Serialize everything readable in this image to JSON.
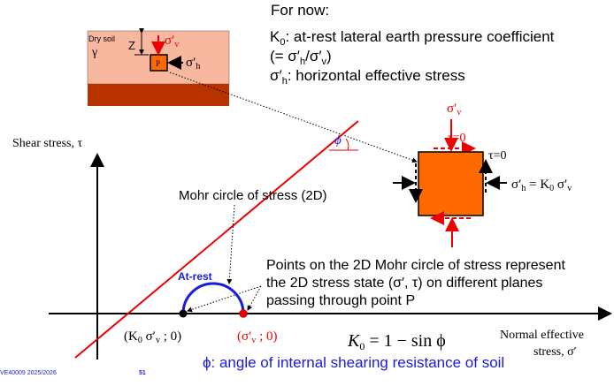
{
  "notes": {
    "heading": "For now:",
    "k0_sym": "K",
    "k0_sub": "0",
    "k0_def": ": at-rest lateral earth pressure coefficient",
    "ratio": "(= σ′",
    "ratio_sub1": "h",
    "ratio_mid": "/σ′",
    "ratio_sub2": "v",
    "ratio_end": ")",
    "sh_sym": "σ′",
    "sh_sub": "h",
    "sh_def": ": horizontal effective stress"
  },
  "soil": {
    "label": "Dry soil",
    "gamma": "γ",
    "depth": "Z",
    "point": "P",
    "sv": "σ′",
    "sv_sub": "v",
    "sh": "σ′",
    "sh_sub": "h"
  },
  "element": {
    "sv": "σ′",
    "sv_sub": "v",
    "tau_top": "τ=0",
    "tau_side": "τ=0",
    "sh_eq": "σ′",
    "sh_eq_sub": "h",
    "sh_eq_mid": " = K",
    "sh_eq_sub0": "0",
    "sh_eq_end": " σ′",
    "sh_eq_subv": "v"
  },
  "plot": {
    "y_label": "Shear stress, τ",
    "x_label_1": "Normal effective",
    "x_label_2": "stress, σ′",
    "phi": "ϕ",
    "mohr_label": "Mohr circle of stress (2D)",
    "at_rest": "At-rest",
    "pt1": "(K",
    "pt1_sub": "0",
    "pt1_mid": " σ′",
    "pt1_sub2": "v",
    "pt1_end": " ; 0)",
    "pt2": "(σ′",
    "pt2_sub": "v",
    "pt2_end": " ; 0)",
    "points_note": [
      "Points on the 2D Mohr circle of stress represent",
      "the 2D stress state (σ′, τ) on different planes",
      "passing through point P"
    ],
    "formula_k": "K",
    "formula_sub": "0",
    "formula_rest": " = 1 − sin ϕ"
  },
  "footer": {
    "course": "VE40009 2025/2026",
    "page": "51",
    "phi_def": "ϕ: angle of internal shearing resistance of soil"
  },
  "colors": {
    "red": "#ee0000",
    "blue": "#1a1adc",
    "orange": "#ff6a00",
    "soil_light": "#f8b8a0",
    "soil_dark": "#b83200"
  }
}
